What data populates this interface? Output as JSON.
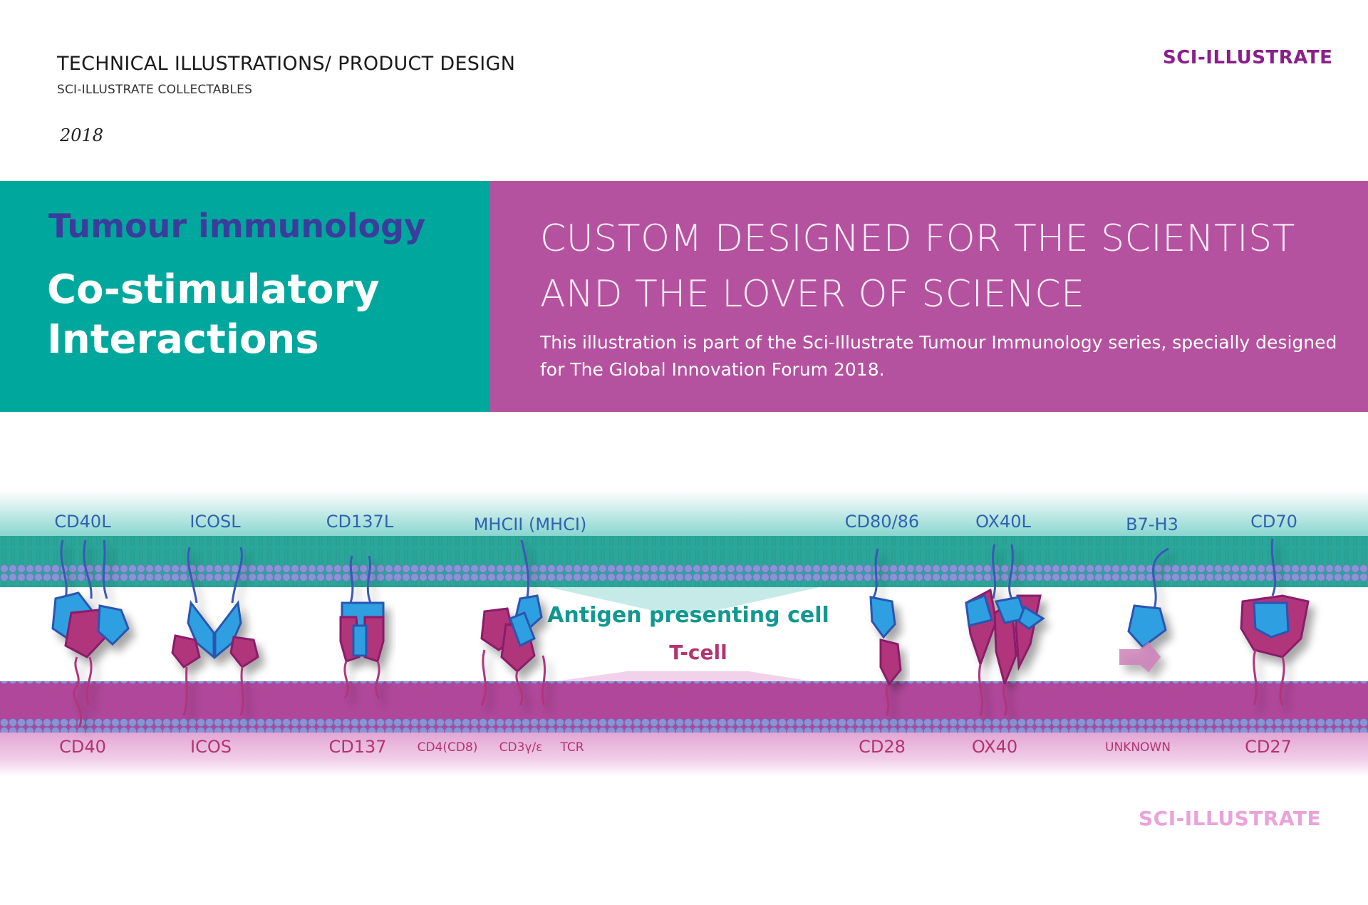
{
  "header": {
    "title": "TECHNICAL ILLUSTRATIONS/ PRODUCT DESIGN",
    "subtitle": "SCI-ILLUSTRATE COLLECTABLES",
    "year": "2018",
    "brand": "SCI-ILLUSTRATE"
  },
  "banner": {
    "topic": "Tumour immunology",
    "title": "Co-stimulatory Interactions",
    "tagline": "CUSTOM DESIGNED FOR THE SCIENTIST AND THE LOVER OF SCIENCE",
    "description": "This illustration is part of the Sci-Illustrate Tumour Immunology series, specially designed for The Global Innovation Forum 2018."
  },
  "diagram": {
    "apc_label": "Antigen presenting cell",
    "tcell_label": "T-cell",
    "apc_molecules": [
      "CD40L",
      "ICOSL",
      "CD137L",
      "MHCII (MHCI)",
      "CD80/86",
      "OX40L",
      "B7-H3",
      "CD70"
    ],
    "tcell_molecules": [
      "CD40",
      "ICOS",
      "CD137",
      "CD4(CD8)",
      "CD3γ/ε",
      "TCR",
      "CD28",
      "OX40",
      "UNKNOWN",
      "CD27"
    ]
  },
  "footer": {
    "brand": "SCI-ILLUSTRATE"
  },
  "colors": {
    "teal": "#00a79d",
    "magenta": "#b5529f",
    "purple_text": "#3b3d9c",
    "blue_protein": "#2f9fe0",
    "pink_protein": "#b0357a",
    "brand": "#8a1f8c",
    "brand_light": "#e9a3da"
  }
}
